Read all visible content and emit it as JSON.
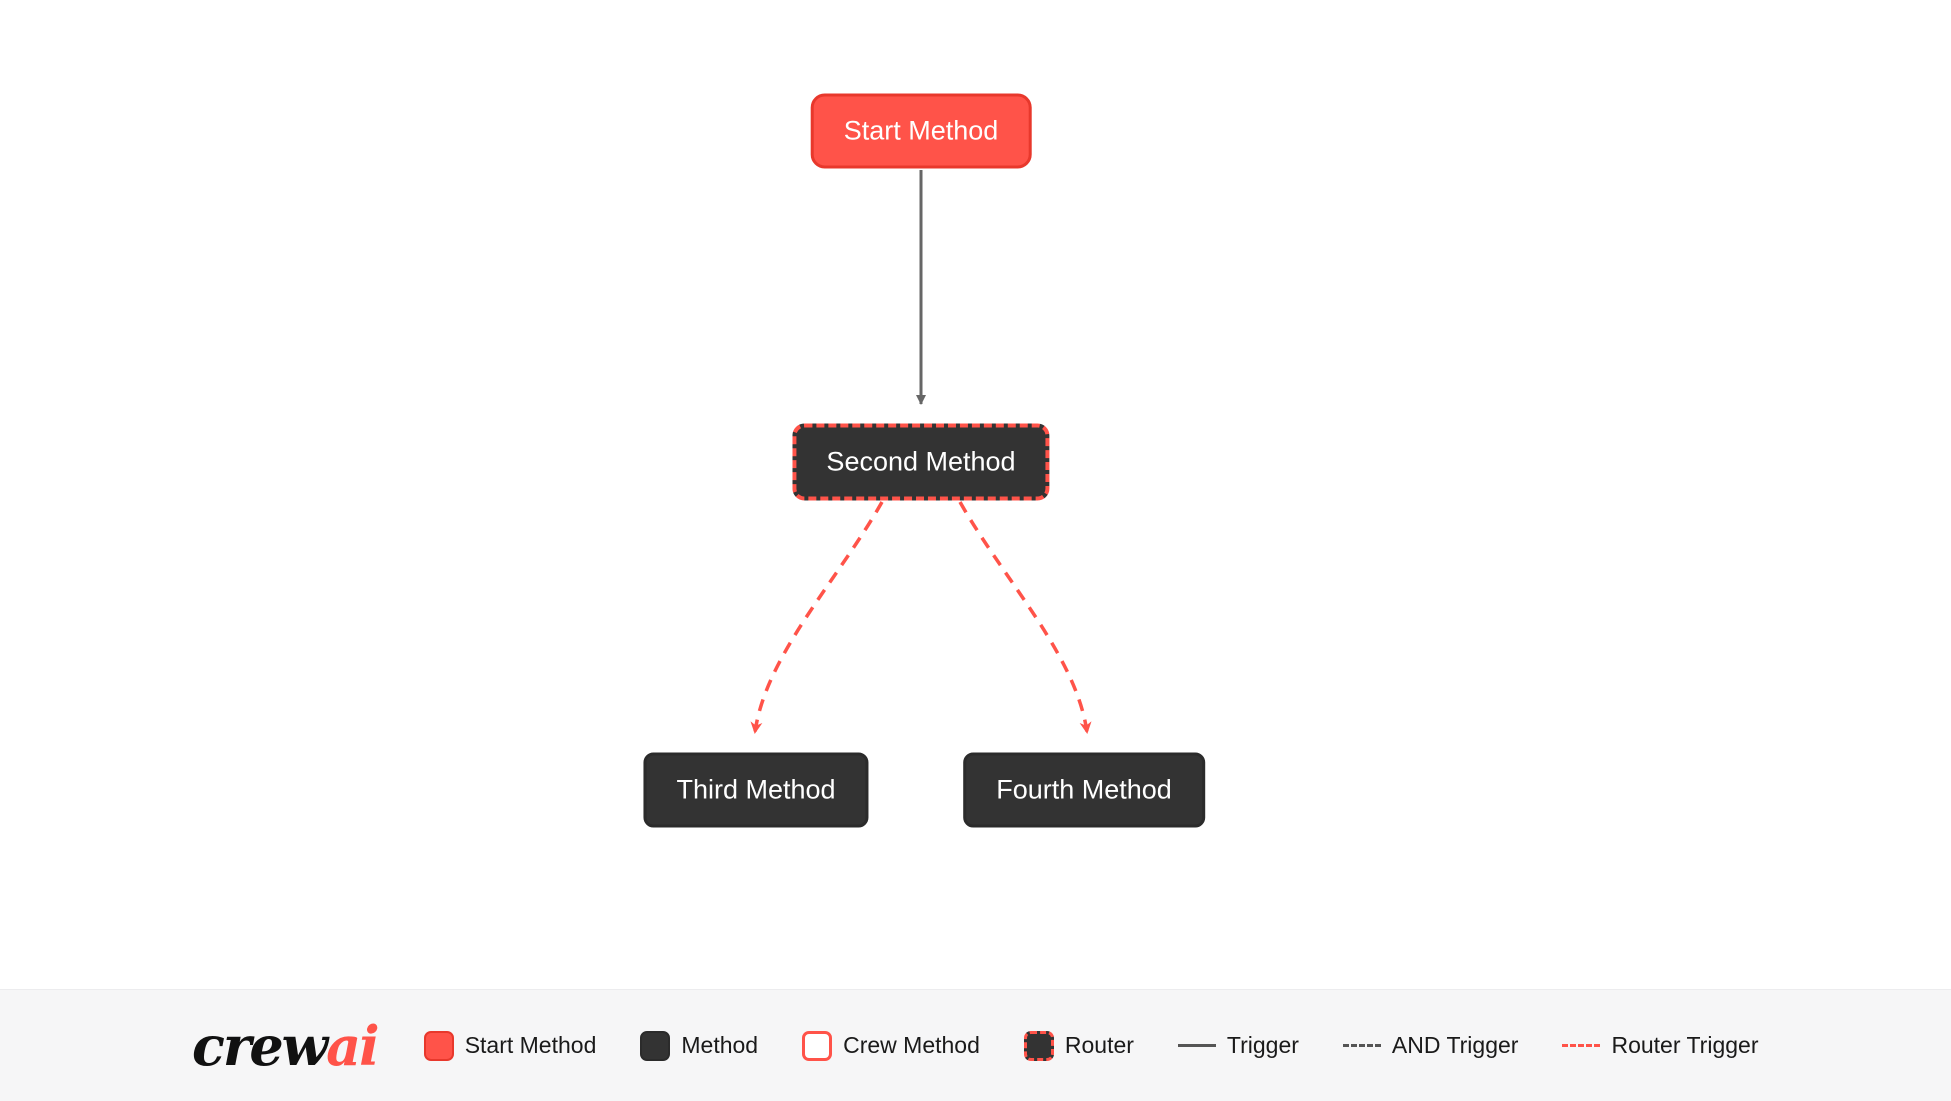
{
  "canvas": {
    "nodes": [
      {
        "id": "start_method",
        "label": "Start Method",
        "type": "start",
        "fill": "#FF5349",
        "border": "#E8382C"
      },
      {
        "id": "second_method",
        "label": "Second Method",
        "type": "router",
        "fill": "#333333",
        "border": "#FF5349"
      },
      {
        "id": "third_method",
        "label": "Third Method",
        "type": "method",
        "fill": "#333333",
        "border": "#2b2b2b"
      },
      {
        "id": "fourth_method",
        "label": "Fourth Method",
        "type": "method",
        "fill": "#333333",
        "border": "#2b2b2b"
      }
    ],
    "edges": [
      {
        "from": "start_method",
        "to": "second_method",
        "type": "trigger",
        "style": "solid",
        "color": "#666666"
      },
      {
        "from": "second_method",
        "to": "third_method",
        "type": "router-trigger",
        "style": "dashed",
        "color": "#FF5349"
      },
      {
        "from": "second_method",
        "to": "fourth_method",
        "type": "router-trigger",
        "style": "dashed",
        "color": "#FF5349"
      }
    ]
  },
  "legend": {
    "logo": {
      "part1": "crew",
      "part2": "ai"
    },
    "items": [
      {
        "label": "Start Method",
        "swatch": "start"
      },
      {
        "label": "Method",
        "swatch": "method"
      },
      {
        "label": "Crew Method",
        "swatch": "crew"
      },
      {
        "label": "Router",
        "swatch": "router"
      },
      {
        "label": "Trigger",
        "swatch": "line-solid"
      },
      {
        "label": "AND Trigger",
        "swatch": "line-dashed"
      },
      {
        "label": "Router Trigger",
        "swatch": "line-dashed-red"
      }
    ]
  },
  "colors": {
    "accent_red": "#FF5349",
    "accent_red_dark": "#E8382C",
    "node_dark": "#333333",
    "edge_gray": "#666666",
    "footer_bg": "#f6f6f7"
  }
}
